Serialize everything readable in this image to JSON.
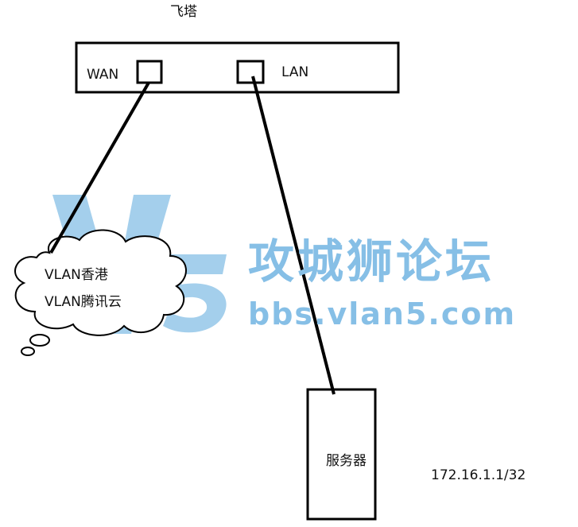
{
  "device": {
    "title": "飞塔",
    "wan_label": "WAN",
    "lan_label": "LAN"
  },
  "cloud": {
    "line1": "VLAN香港",
    "line2": "VLAN腾讯云"
  },
  "server": {
    "label": "服务器",
    "ip": "172.16.1.1/32"
  },
  "watermark": {
    "site_name": "攻城狮论坛",
    "url": "bbs.vlan5.com",
    "logo_text": "V5",
    "color": "#86bfe6"
  },
  "colors": {
    "stroke": "#000000",
    "background": "#ffffff"
  }
}
